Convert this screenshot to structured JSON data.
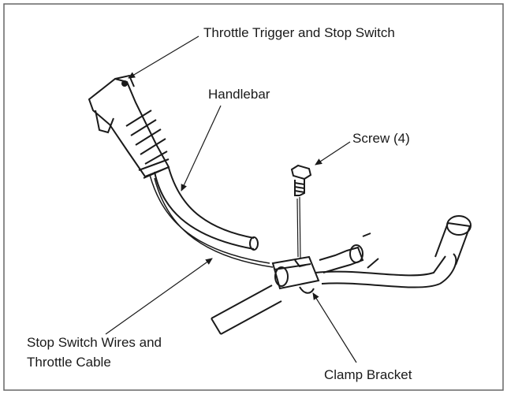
{
  "labels": {
    "throttle_trigger": "Throttle Trigger and Stop Switch",
    "handlebar": "Handlebar",
    "screw": "Screw (4)",
    "stop_switch_line1": "Stop Switch Wires and",
    "stop_switch_line2": "Throttle Cable",
    "clamp_bracket": "Clamp Bracket"
  },
  "colors": {
    "ink": "#1a1a1a",
    "frame": "#666666",
    "background": "#ffffff"
  }
}
